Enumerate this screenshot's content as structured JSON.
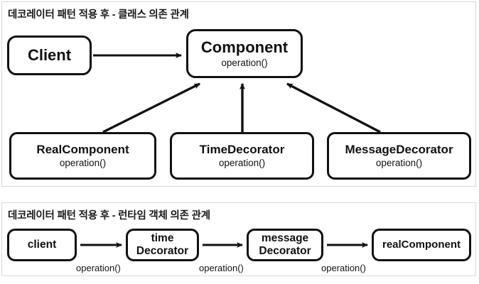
{
  "panels": [
    {
      "id": "class-diagram",
      "title": "데코레이터 패턴 적용 후 - 클래스 의존 관계",
      "nodes": [
        {
          "id": "client",
          "name": "Client",
          "operation": ""
        },
        {
          "id": "component",
          "name": "Component",
          "operation": "operation()"
        },
        {
          "id": "realComponent",
          "name": "RealComponent",
          "operation": "operation()"
        },
        {
          "id": "timeDecorator",
          "name": "TimeDecorator",
          "operation": "operation()"
        },
        {
          "id": "messageDecorator",
          "name": "MessageDecorator",
          "operation": "operation()"
        }
      ]
    },
    {
      "id": "runtime-diagram",
      "title": "데코레이터 패턴 적용 후 - 런타임 객체 의존 관계",
      "nodes": [
        {
          "id": "client",
          "name": "client"
        },
        {
          "id": "timeDecorator",
          "name": "time\nDecorator",
          "line1": "time",
          "line2": "Decorator"
        },
        {
          "id": "messageDecorator",
          "name": "message\nDecorator",
          "line1": "message",
          "line2": "Decorator"
        },
        {
          "id": "realComponent",
          "name": "realComponent"
        }
      ],
      "edge_labels": [
        {
          "id": "edge-1",
          "text": "operation()"
        },
        {
          "id": "edge-2",
          "text": "operation()"
        },
        {
          "id": "edge-3",
          "text": "operation()"
        }
      ]
    }
  ],
  "colors": {
    "stroke": "#111111",
    "panel_border": "#d8d8d8",
    "background": "#ffffff",
    "text": "#111111"
  }
}
